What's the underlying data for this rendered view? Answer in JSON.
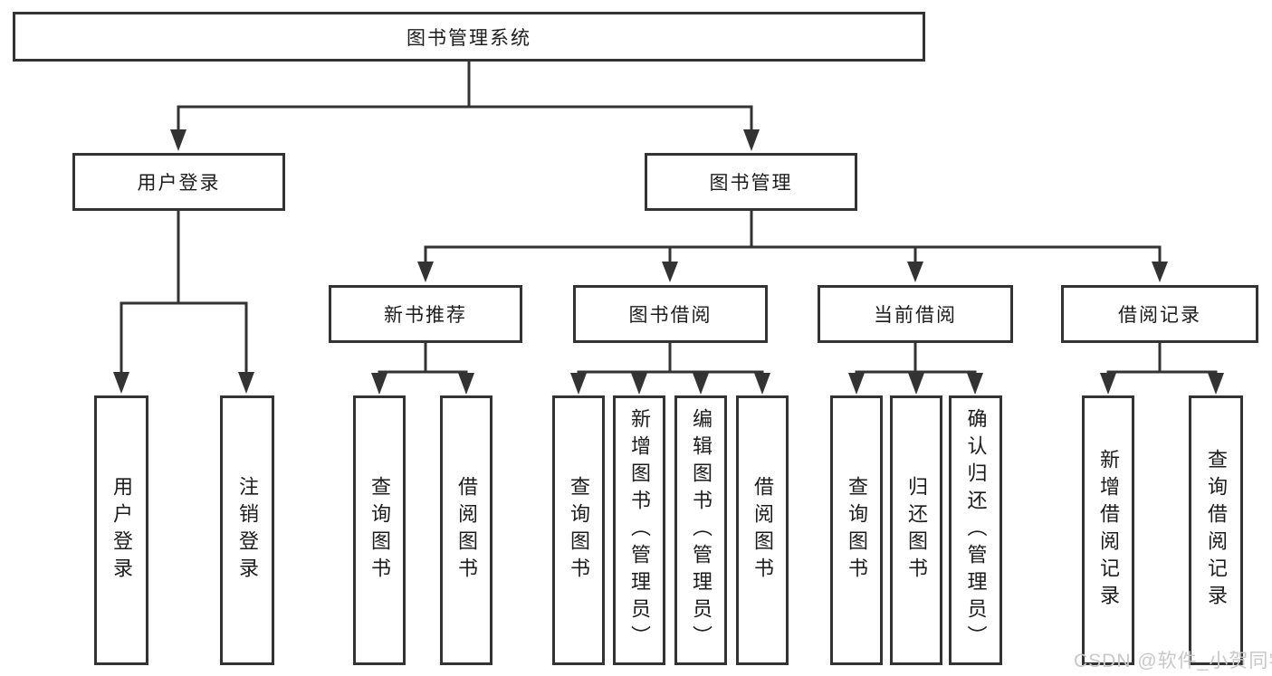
{
  "diagram_title": "图书管理系统",
  "tree": {
    "root": {
      "label": "图书管理系统"
    },
    "branches": [
      {
        "label": "用户登录",
        "children": [
          {
            "label": "用户登录"
          },
          {
            "label": "注销登录"
          }
        ]
      },
      {
        "label": "图书管理",
        "children": [
          {
            "label": "新书推荐",
            "children": [
              {
                "label": "查询图书"
              },
              {
                "label": "借阅图书"
              }
            ]
          },
          {
            "label": "图书借阅",
            "children": [
              {
                "label": "查询图书"
              },
              {
                "label": "新增图书（管理员）"
              },
              {
                "label": "编辑图书（管理员）"
              },
              {
                "label": "借阅图书"
              }
            ]
          },
          {
            "label": "当前借阅",
            "children": [
              {
                "label": "查询图书"
              },
              {
                "label": "归还图书"
              },
              {
                "label": "确认归还（管理员）"
              }
            ]
          },
          {
            "label": "借阅记录",
            "children": [
              {
                "label": "新增借阅记录"
              },
              {
                "label": "查询借阅记录"
              }
            ]
          }
        ]
      }
    ]
  },
  "watermark": {
    "text": "CSDN @软件_小贺同学"
  },
  "colors": {
    "line": "#333333",
    "box_border": "#333333",
    "box_background": "#ffffff",
    "text": "#1c1c1c",
    "watermark": "#c8c8c8",
    "background": "#ffffff"
  }
}
